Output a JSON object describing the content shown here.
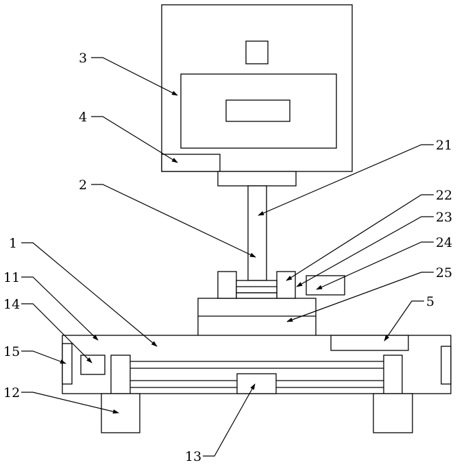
{
  "labels": {
    "l1": "1",
    "l2": "2",
    "l3": "3",
    "l4": "4",
    "l5": "5",
    "l11": "11",
    "l12": "12",
    "l13": "13",
    "l14": "14",
    "l15": "15",
    "l21": "21",
    "l22": "22",
    "l23": "23",
    "l24": "24",
    "l25": "25"
  }
}
